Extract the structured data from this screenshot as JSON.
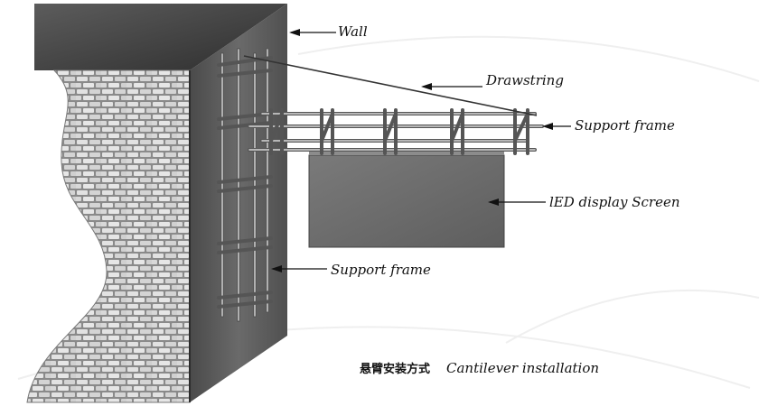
{
  "labels": {
    "wall": "Wall",
    "drawstring": "Drawstring",
    "support_frame_top": "Support frame",
    "led_screen": "lED display Screen",
    "support_frame_side": "Support frame",
    "caption_cn": "悬臂安装方式",
    "caption_en": "Cantilever installation"
  },
  "colors": {
    "wall_front": "#5a5a5a",
    "wall_top": "#3a3a3a",
    "brick_fill": "#dcdcdc",
    "brick_line": "#8a8a8a",
    "screen": "#6e6e6e",
    "pipe": "#555555"
  }
}
